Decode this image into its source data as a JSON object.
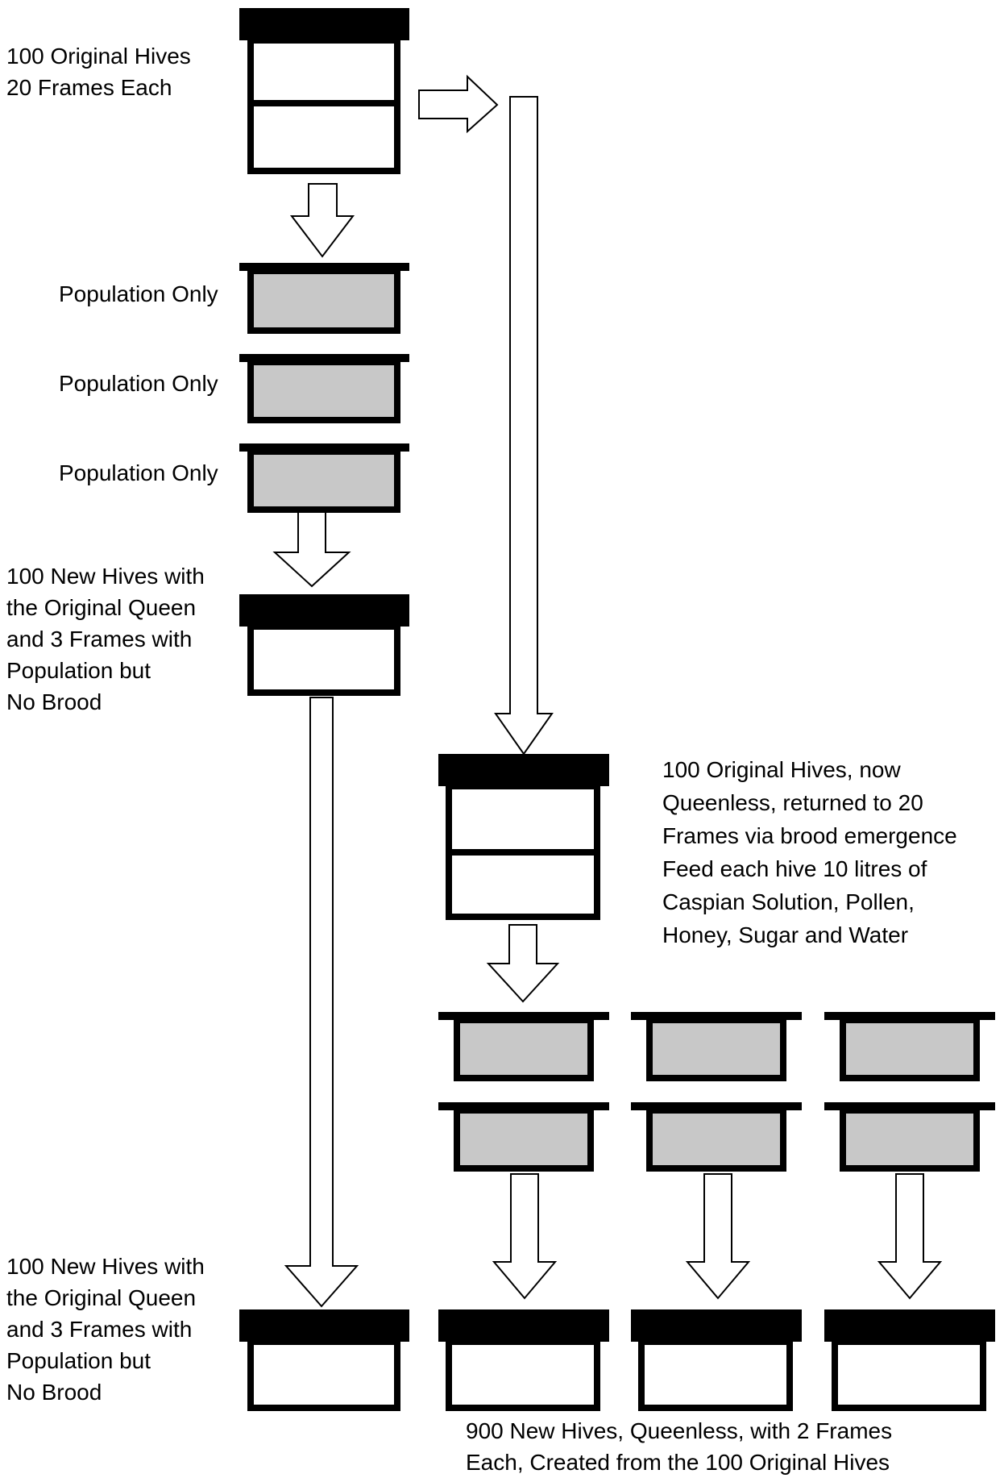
{
  "colors": {
    "ink": "#000000",
    "paper": "#ffffff",
    "super_fill": "#c8c8c8"
  },
  "labels": {
    "original_hives": [
      "100 Original Hives",
      "20 Frames Each"
    ],
    "population_only": [
      "Population Only",
      "Population Only",
      "Population Only"
    ],
    "new_hives_mid": [
      "100 New Hives with",
      "the Original Queen",
      "and 3 Frames with",
      "Population but",
      "No Brood"
    ],
    "queenless_hives": [
      "100 Original Hives, now",
      "Queenless, returned to 20",
      "Frames via brood emergence",
      "Feed each hive 10 litres of",
      "Caspian Solution, Pollen,",
      "Honey, Sugar and Water"
    ],
    "new_hives_bottom": [
      "100 New Hives with",
      "the Original Queen",
      "and 3 Frames with",
      "Population but",
      "No Brood"
    ],
    "result": [
      "900 New Hives, Queenless, with 2 Frames",
      "Each, Created from the 100 Original Hives"
    ]
  }
}
